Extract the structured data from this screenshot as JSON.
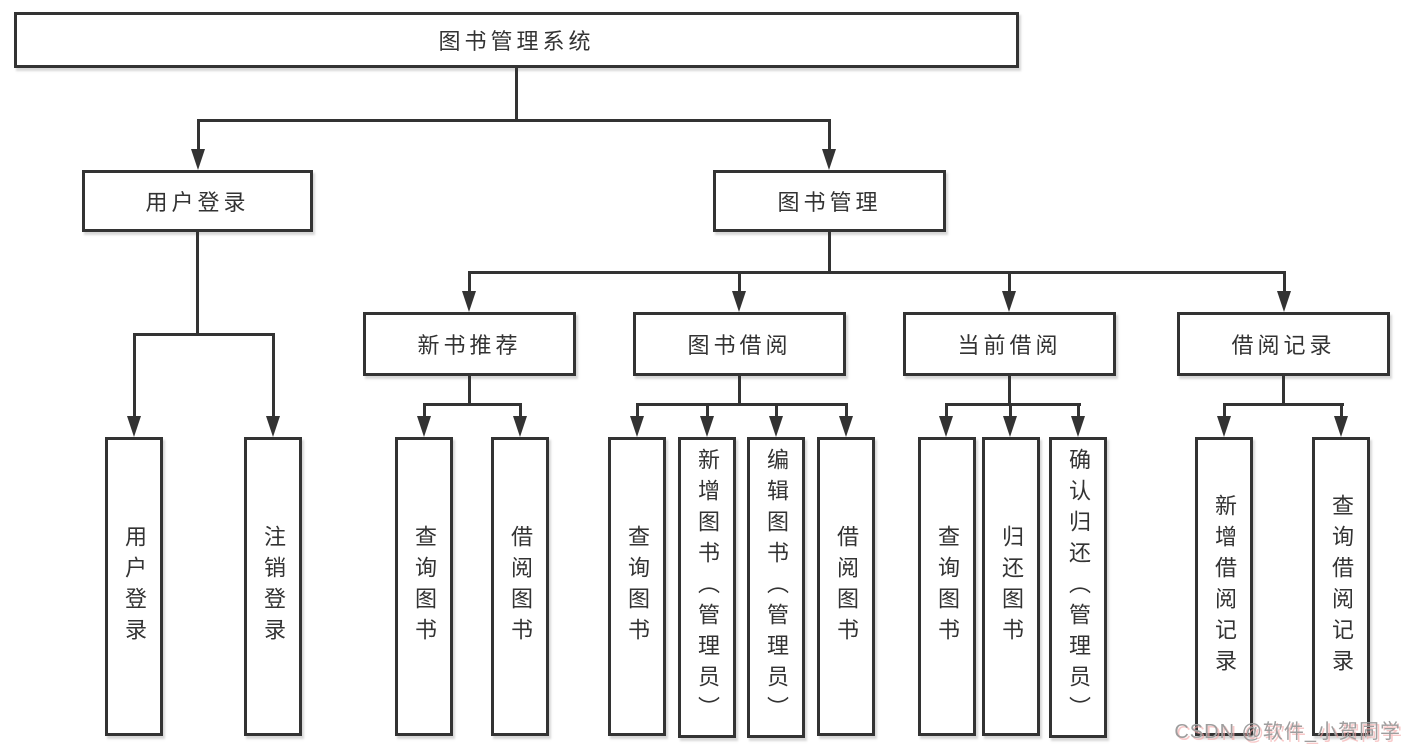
{
  "diagram": {
    "type": "tree",
    "title": "图书管理系统",
    "root": {
      "label": "图书管理系统",
      "children": [
        {
          "label": "用户登录",
          "children": [
            {
              "label": "用户登录"
            },
            {
              "label": "注销登录"
            }
          ]
        },
        {
          "label": "图书管理",
          "children": [
            {
              "label": "新书推荐",
              "children": [
                {
                  "label": "查询图书"
                },
                {
                  "label": "借阅图书"
                }
              ]
            },
            {
              "label": "图书借阅",
              "children": [
                {
                  "label": "查询图书"
                },
                {
                  "label": "新增图书（管理员）"
                },
                {
                  "label": "编辑图书（管理员）"
                },
                {
                  "label": "借阅图书"
                }
              ]
            },
            {
              "label": "当前借阅",
              "children": [
                {
                  "label": "查询图书"
                },
                {
                  "label": "归还图书"
                },
                {
                  "label": "确认归还（管理员）"
                }
              ]
            },
            {
              "label": "借阅记录",
              "children": [
                {
                  "label": "新增借阅记录"
                },
                {
                  "label": "查询借阅记录"
                }
              ]
            }
          ]
        }
      ]
    }
  },
  "watermark": {
    "text": "CSDN @软件_小贺同学"
  },
  "colors": {
    "line": "#333333",
    "text": "#333333",
    "background": "#ffffff",
    "watermark": "#9e9e9e",
    "watermark_shadow": "#f4aaaa"
  }
}
